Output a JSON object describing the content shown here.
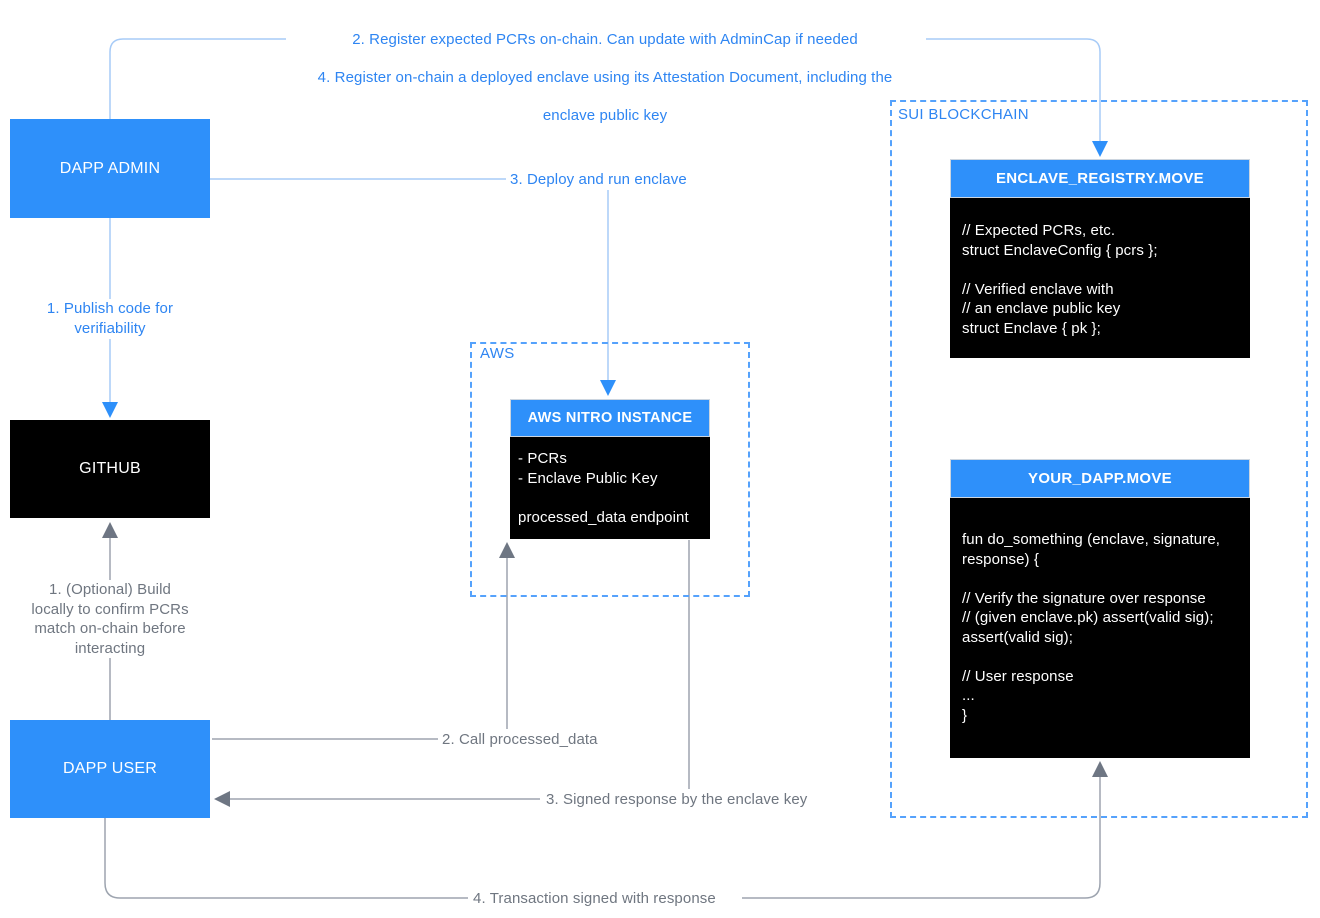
{
  "colors": {
    "accent_blue": "#2E90FA",
    "text_blue": "#2E85F2",
    "line_blue": "#A7CBF7",
    "dashed_blue": "#55A2FC",
    "text_gray": "#6F7680",
    "line_gray": "#9DA4AF",
    "arrow_gray": "#6E7683",
    "box_black": "#000000"
  },
  "nodes": {
    "dapp_admin": {
      "label": "DAPP ADMIN"
    },
    "github": {
      "label": "GITHUB"
    },
    "dapp_user": {
      "label": "DAPP USER"
    },
    "aws_region": {
      "label": "AWS"
    },
    "nitro": {
      "title": "AWS NITRO INSTANCE",
      "lines": [
        "- PCRs",
        "- Enclave Public Key",
        "",
        "processed_data endpoint"
      ]
    },
    "sui_region": {
      "label": "SUI BLOCKCHAIN"
    },
    "enclave_registry": {
      "title": "ENCLAVE_REGISTRY.MOVE",
      "lines": [
        "// Expected PCRs, etc.",
        "struct EnclaveConfig { pcrs };",
        "",
        "// Verified enclave with",
        "// an enclave public key",
        "struct Enclave { pk };"
      ]
    },
    "your_dapp": {
      "title": "YOUR_DAPP.MOVE",
      "lines": [
        "fun do_something (enclave, signature,",
        "response) {",
        "",
        "// Verify the signature over response",
        "// (given enclave.pk) assert(valid sig);",
        "assert(valid sig);",
        "",
        "// User response",
        "...",
        "}"
      ]
    }
  },
  "edges": {
    "register_pcrs": {
      "label": "2. Register expected PCRs on-chain. Can update with AdminCap if needed"
    },
    "register_enclave": {
      "label_line1": "4. Register on-chain a deployed enclave using its Attestation Document, including the",
      "label_line2": "enclave public key"
    },
    "publish_code": {
      "lines": [
        "1. Publish code for",
        "verifiability"
      ]
    },
    "deploy_enclave": {
      "label": "3. Deploy and run enclave"
    },
    "optional_build": {
      "lines": [
        "1. (Optional) Build",
        "locally to confirm PCRs",
        "match on-chain before",
        "interacting"
      ]
    },
    "call_processed_data": {
      "label": "2. Call processed_data"
    },
    "signed_response": {
      "label": "3. Signed response by the enclave key"
    },
    "transaction_signed": {
      "label": "4. Transaction signed with response"
    }
  }
}
